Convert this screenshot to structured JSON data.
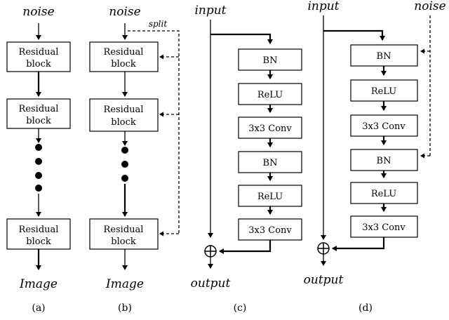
{
  "panel_a": {
    "noise": "noise",
    "block1_line1": "Residual",
    "block1_line2": "block",
    "block2_line1": "Residual",
    "block2_line2": "block",
    "block3_line1": "Residual",
    "block3_line2": "block",
    "image": "Image",
    "caption": "(a)"
  },
  "panel_b": {
    "noise": "noise",
    "split": "split",
    "block1_line1": "Residual",
    "block1_line2": "block",
    "block2_line1": "Residual",
    "block2_line2": "block",
    "block3_line1": "Residual",
    "block3_line2": "block",
    "image": "Image",
    "caption": "(b)"
  },
  "panel_c": {
    "input": "input",
    "layers": [
      "BN",
      "ReLU",
      "3x3 Conv",
      "BN",
      "ReLU",
      "3x3 Conv"
    ],
    "output": "output",
    "caption": "(c)"
  },
  "panel_d": {
    "input": "input",
    "noise": "noise",
    "layers": [
      "BN",
      "ReLU",
      "3x3 Conv",
      "BN",
      "ReLU",
      "3x3 Conv"
    ],
    "output": "output",
    "caption": "(d)"
  }
}
